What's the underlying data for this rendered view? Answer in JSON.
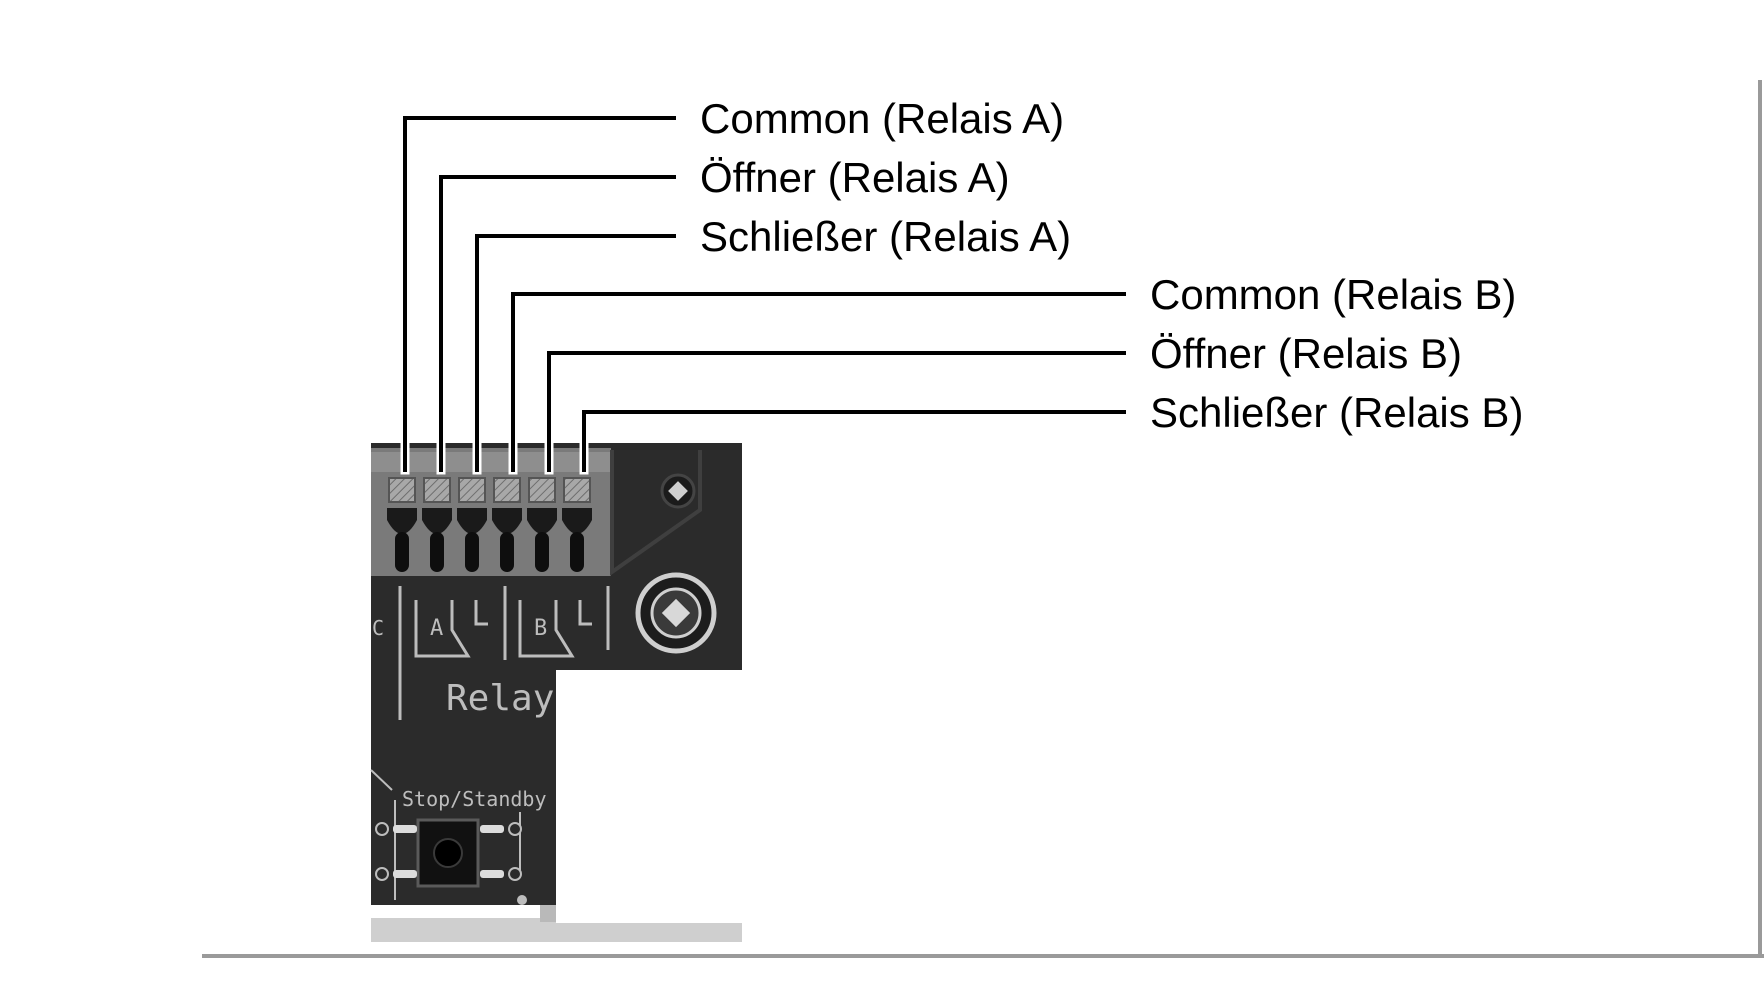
{
  "labels": {
    "relay_a": {
      "common": "Common (Relais A)",
      "opener": "Öffner (Relais A)",
      "closer": "Schließer (Relais A)"
    },
    "relay_b": {
      "common": "Common (Relais B)",
      "opener": "Öffner (Relais B)",
      "closer": "Schließer (Relais B)"
    }
  },
  "board": {
    "relay_text": "Relay",
    "button_text": "Stop/Standby",
    "relay_a_symbol": "A",
    "relay_b_symbol": "B",
    "edge_letter": "C"
  },
  "colors": {
    "pcb": "#2b2b2b",
    "terminal": "#8c8c8c",
    "line": "#000000"
  }
}
